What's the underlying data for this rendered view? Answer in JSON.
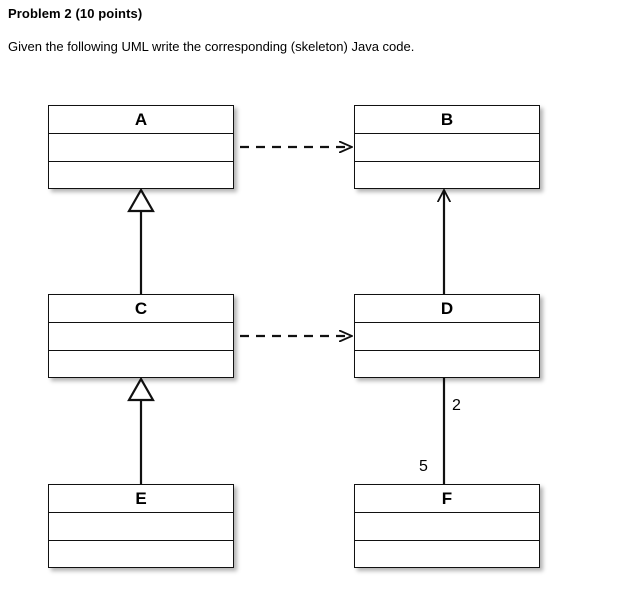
{
  "document": {
    "title": "Problem 2 (10 points)",
    "subtitle": "Given the following UML write the corresponding (skeleton) Java code.",
    "background_color": "#ffffff",
    "line_color": "#111111"
  },
  "diagram": {
    "type": "uml-class-diagram",
    "classes": [
      {
        "id": "A",
        "name": "A",
        "compartments": 3,
        "attributes": "",
        "methods": ""
      },
      {
        "id": "B",
        "name": "B",
        "compartments": 3,
        "attributes": "",
        "methods": ""
      },
      {
        "id": "C",
        "name": "C",
        "compartments": 3,
        "attributes": "",
        "methods": ""
      },
      {
        "id": "D",
        "name": "D",
        "compartments": 3,
        "attributes": "",
        "methods": ""
      },
      {
        "id": "E",
        "name": "E",
        "compartments": 3,
        "attributes": "",
        "methods": ""
      },
      {
        "id": "F",
        "name": "F",
        "compartments": 3,
        "attributes": "",
        "methods": ""
      }
    ],
    "relationships": [
      {
        "from": "C",
        "to": "A",
        "type": "generalization",
        "style": "solid",
        "head": "hollow-triangle"
      },
      {
        "from": "E",
        "to": "C",
        "type": "generalization",
        "style": "solid",
        "head": "hollow-triangle"
      },
      {
        "from": "A",
        "to": "B",
        "type": "dependency",
        "style": "dashed",
        "head": "open-arrow"
      },
      {
        "from": "C",
        "to": "D",
        "type": "dependency",
        "style": "dashed",
        "head": "open-arrow"
      },
      {
        "from": "D",
        "to": "B",
        "type": "association",
        "style": "solid",
        "head": "open-arrow"
      },
      {
        "from": "D",
        "to": "F",
        "type": "association",
        "style": "solid",
        "head": "none",
        "source_multiplicity": "2",
        "target_multiplicity": "5"
      }
    ],
    "multiplicity_labels": {
      "near_d": "2",
      "near_f": "5"
    }
  }
}
